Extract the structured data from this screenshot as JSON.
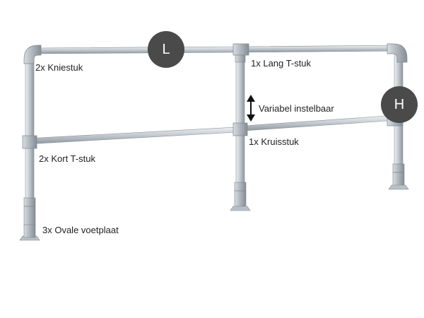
{
  "labels": {
    "knee": "2x Kniestuk",
    "long_tee": "1x Lang T-stuk",
    "variable": "Variabel instelbaar",
    "cross": "1x Kruisstuk",
    "short_tee": "2x Kort T-stuk",
    "foot": "3x Ovale voetplaat"
  },
  "badges": {
    "top": "L",
    "side": "H"
  },
  "colors": {
    "pipe": "#c9ced3",
    "badge": "#4a4a4a",
    "text": "#222222"
  }
}
